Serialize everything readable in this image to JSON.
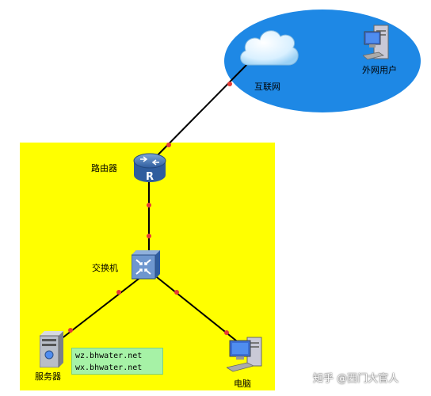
{
  "zones": {
    "wan_color": "#1e88e5",
    "lan_color": "#ffff00"
  },
  "nodes": {
    "internet": {
      "label": "互联网",
      "icon": "cloud-icon"
    },
    "external_user": {
      "label": "外网用户",
      "icon": "workstation-icon"
    },
    "router": {
      "label": "路由器",
      "icon": "router-icon"
    },
    "switch": {
      "label": "交换机",
      "icon": "switch-icon"
    },
    "server": {
      "label": "服务器",
      "icon": "server-icon"
    },
    "pc": {
      "label": "电脑",
      "icon": "pc-icon"
    }
  },
  "domains": {
    "line1": "wz.bhwater.net",
    "line2": "wx.bhwater.net"
  },
  "link_color": "#000000",
  "port_color": "#e53935",
  "watermark": "知乎 @西门大官人"
}
